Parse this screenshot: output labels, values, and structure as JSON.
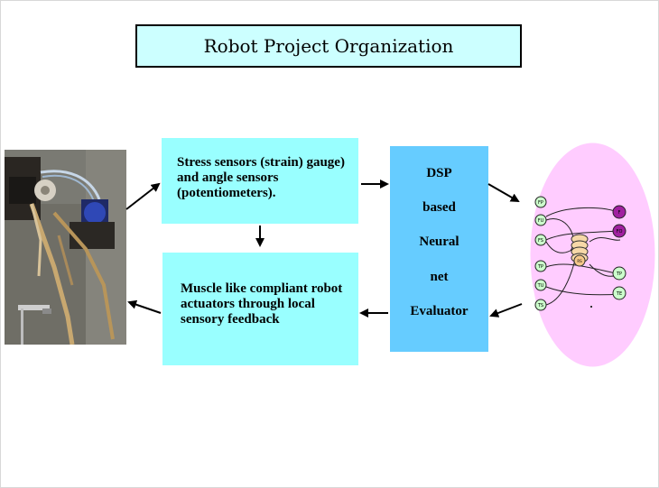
{
  "title": "Robot Project Organization",
  "boxes": {
    "sensors": "Stress sensors (strain) gauge) and angle sensors (potentiometers).",
    "muscle": "Muscle like compliant robot actuators through local sensory feedback"
  },
  "dsp": {
    "lines": [
      "DSP",
      "based",
      "Neural",
      "net",
      "Evaluator"
    ]
  },
  "neural_net": {
    "left_nodes": [
      "FP",
      "FU",
      "FS",
      "TP",
      "TU",
      "TS"
    ],
    "right_nodes": [
      "F",
      "FO",
      "TP",
      "TE"
    ],
    "center_node": "RS"
  },
  "colors": {
    "title_fill": "#ccffff",
    "box_fill": "#99ffff",
    "dsp_fill": "#66ccff",
    "ellipse_fill": "#ffccff"
  }
}
